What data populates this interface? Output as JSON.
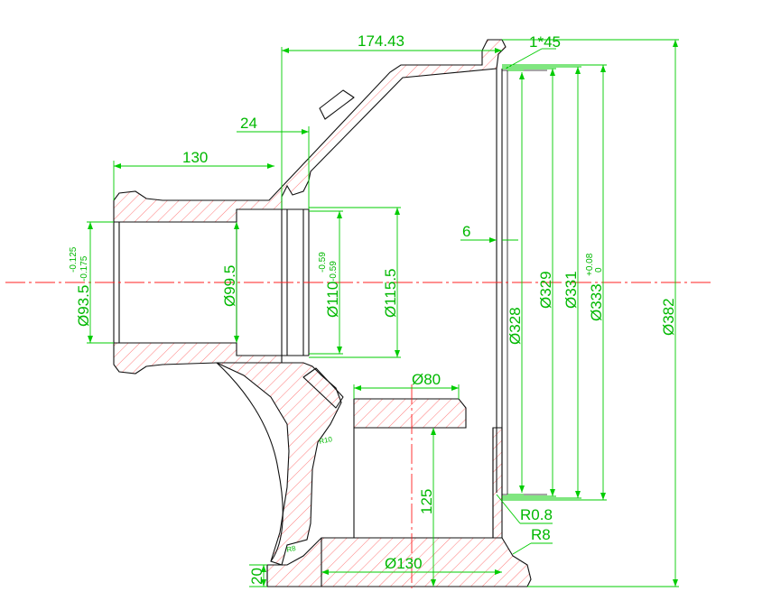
{
  "colors": {
    "outline": "#111111",
    "hatch": "#ff4040",
    "centerline": "#ff2020",
    "dimension": "#00cc00"
  },
  "dimensions": {
    "length_174_43": "174.43",
    "chamfer": "1*45",
    "length_24": "24",
    "length_130_top": "130",
    "length_6": "6",
    "dia_93_5": "Ø93.5",
    "tol_93_5_upper": "-0.125",
    "tol_93_5_lower": "-0.175",
    "dia_99_5": "Ø99.5",
    "dia_110": "Ø110",
    "tol_110_upper": "-0.59",
    "tol_110_lower": "-0.59",
    "dia_115_5": "Ø115.5",
    "dia_328": "Ø328",
    "dia_329": "Ø329",
    "dia_331": "Ø331",
    "dia_333": "Ø333",
    "tol_333_upper": "+0.08",
    "tol_333_lower": "0",
    "dia_382": "Ø382",
    "dia_80": "Ø80",
    "radius_10": "R10",
    "length_125": "125",
    "radius_0_8": "R0.8",
    "radius_8_right": "R8",
    "radius_8_left": "R8",
    "dia_130_bottom": "Ø130",
    "length_20": "20"
  }
}
